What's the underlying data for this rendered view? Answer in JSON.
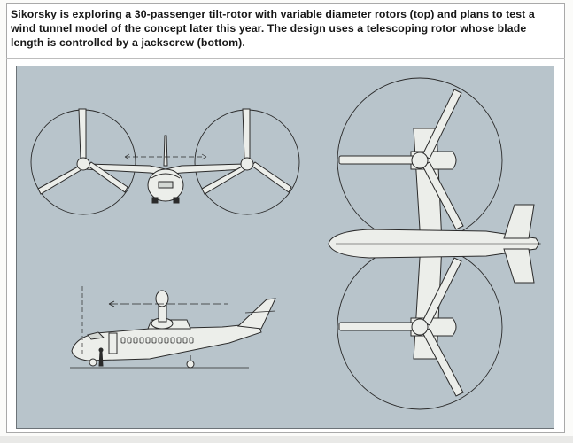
{
  "caption": {
    "text": "Sikorsky is exploring a 30-passenger tilt-rotor with variable diameter rotors (top) and plans to test a wind tunnel model of the concept later this year. The design uses a telescoping rotor whose blade length is controlled by a jackscrew (bottom)."
  },
  "illustration": {
    "views": [
      "front-view",
      "side-view",
      "top-view"
    ],
    "colors": {
      "background": "#b8c4cb",
      "line": "#2a2a2a",
      "fill": "#eceeea"
    }
  }
}
